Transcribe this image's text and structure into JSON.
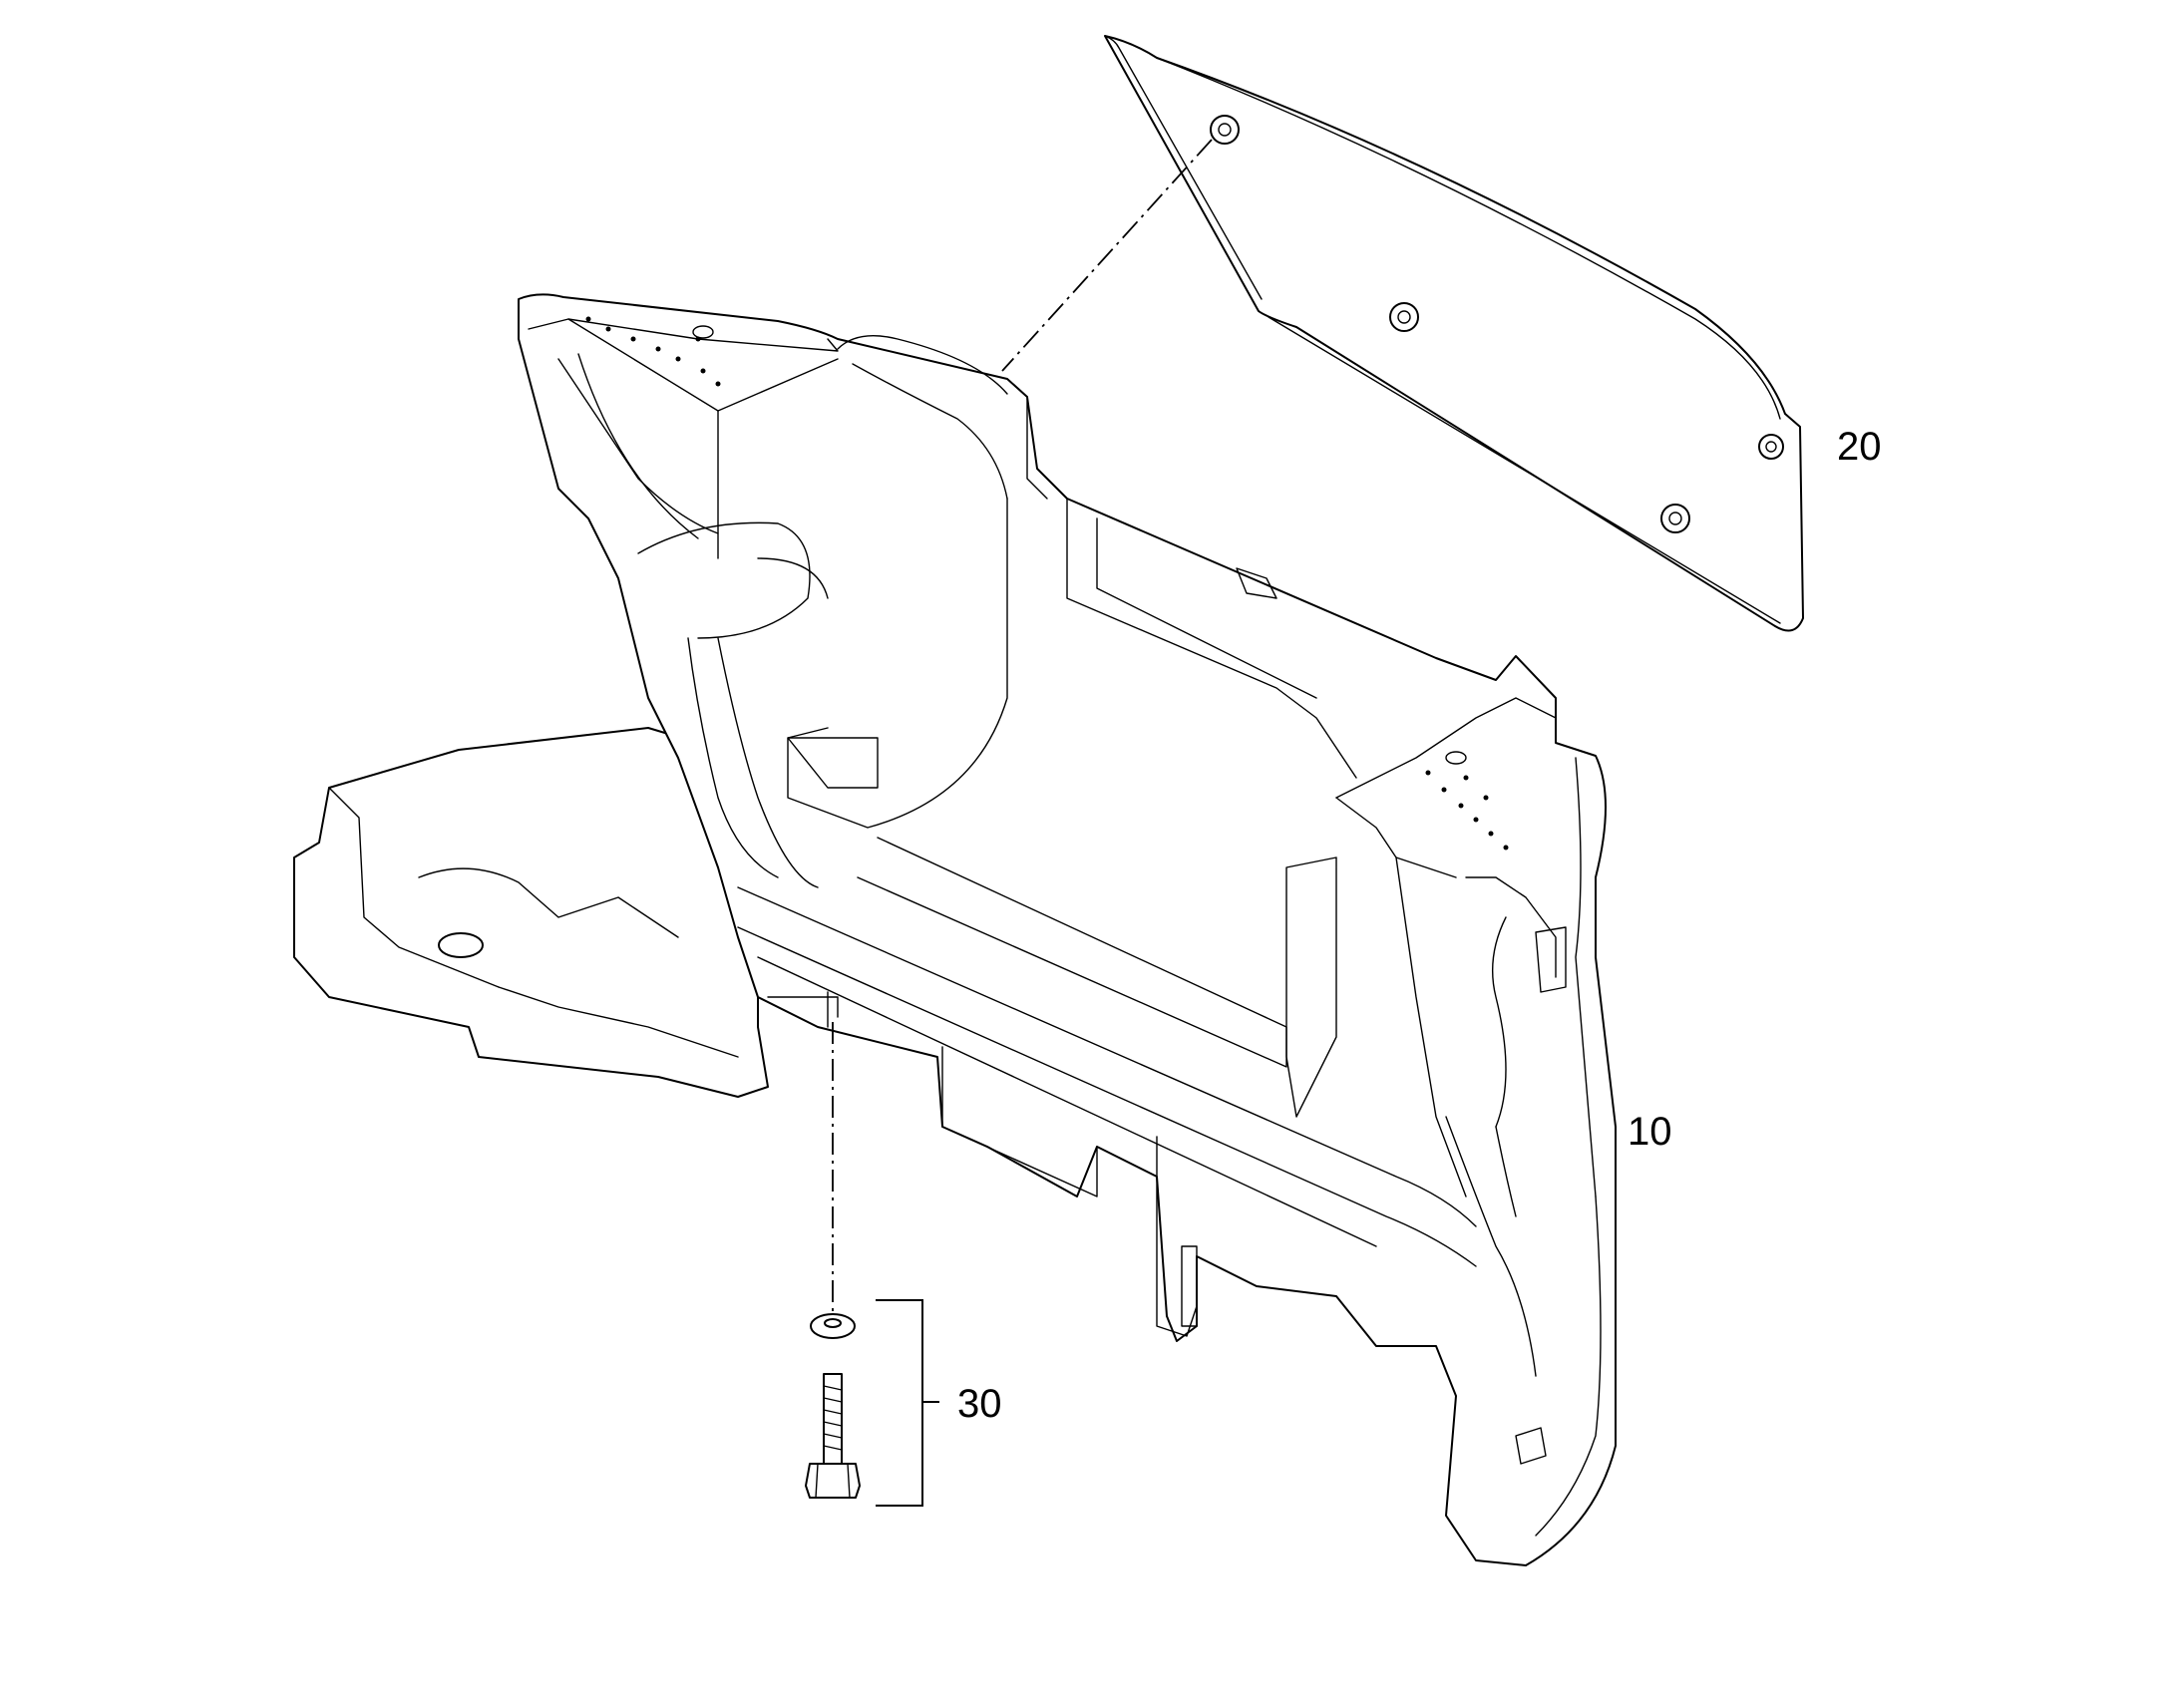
{
  "callouts": [
    {
      "id": "part-10",
      "label": "10"
    },
    {
      "id": "part-20",
      "label": "20"
    },
    {
      "id": "part-30",
      "label": "30"
    }
  ],
  "colors": {
    "line": "#000000",
    "background": "#ffffff"
  }
}
